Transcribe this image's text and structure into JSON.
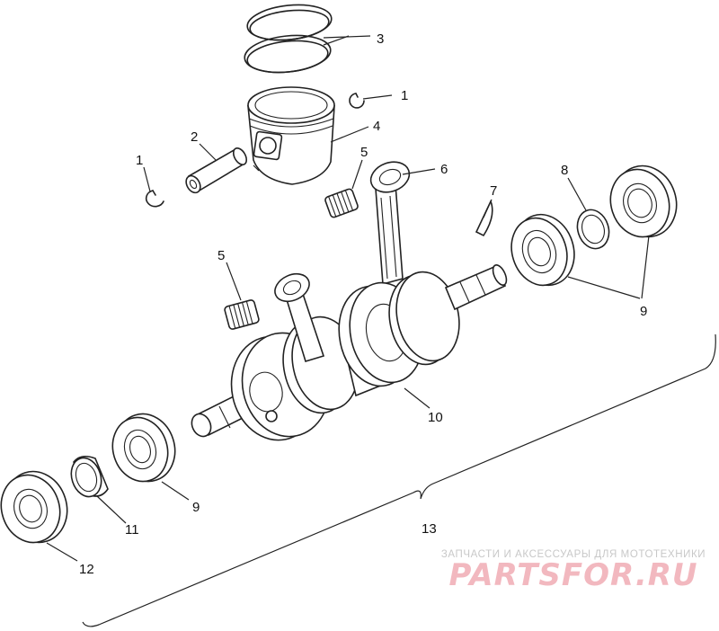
{
  "callouts": [
    {
      "id": "c1a",
      "label": "1"
    },
    {
      "id": "c1b",
      "label": "1"
    },
    {
      "id": "c2",
      "label": "2"
    },
    {
      "id": "c3",
      "label": "3"
    },
    {
      "id": "c4",
      "label": "4"
    },
    {
      "id": "c5a",
      "label": "5"
    },
    {
      "id": "c5b",
      "label": "5"
    },
    {
      "id": "c6",
      "label": "6"
    },
    {
      "id": "c7",
      "label": "7"
    },
    {
      "id": "c8",
      "label": "8"
    },
    {
      "id": "c9a",
      "label": "9"
    },
    {
      "id": "c9b",
      "label": "9"
    },
    {
      "id": "c10",
      "label": "10"
    },
    {
      "id": "c11",
      "label": "11"
    },
    {
      "id": "c12",
      "label": "12"
    },
    {
      "id": "c13",
      "label": "13"
    }
  ],
  "watermark": {
    "tagline": "ЗАПЧАСТИ И АКСЕССУАРЫ ДЛЯ МОТОТЕХНИКИ",
    "logo": "PARTSFOR.RU"
  },
  "colors": {
    "line": "#222222",
    "watermark_text": "#c8c8c8",
    "watermark_logo": "#f2b8bf"
  }
}
